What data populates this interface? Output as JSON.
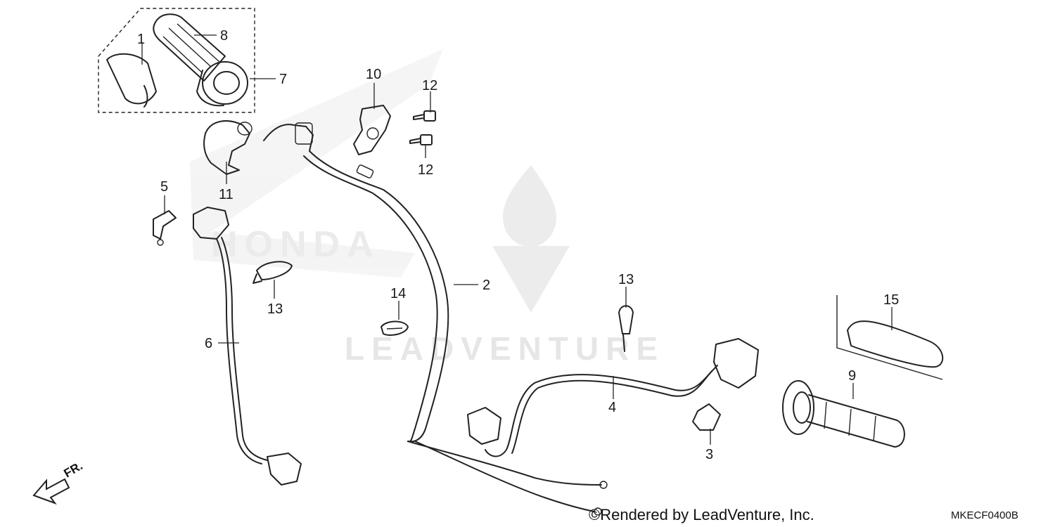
{
  "watermark": {
    "brand_text": "LEADVENTURE",
    "dealer_logo_text": "HONDA"
  },
  "callouts": {
    "p1": "1",
    "p2": "2",
    "p3": "3",
    "p4": "4",
    "p5": "5",
    "p6": "6",
    "p7": "7",
    "p8": "8",
    "p9": "9",
    "p10": "10",
    "p11": "11",
    "p12a": "12",
    "p12b": "12",
    "p13a": "13",
    "p13b": "13",
    "p14": "14",
    "p15": "15"
  },
  "orientation": {
    "label": "FR."
  },
  "footer": {
    "rendered_by": "©Rendered by LeadVenture, Inc.",
    "diagram_code": "MKECF0400B"
  }
}
